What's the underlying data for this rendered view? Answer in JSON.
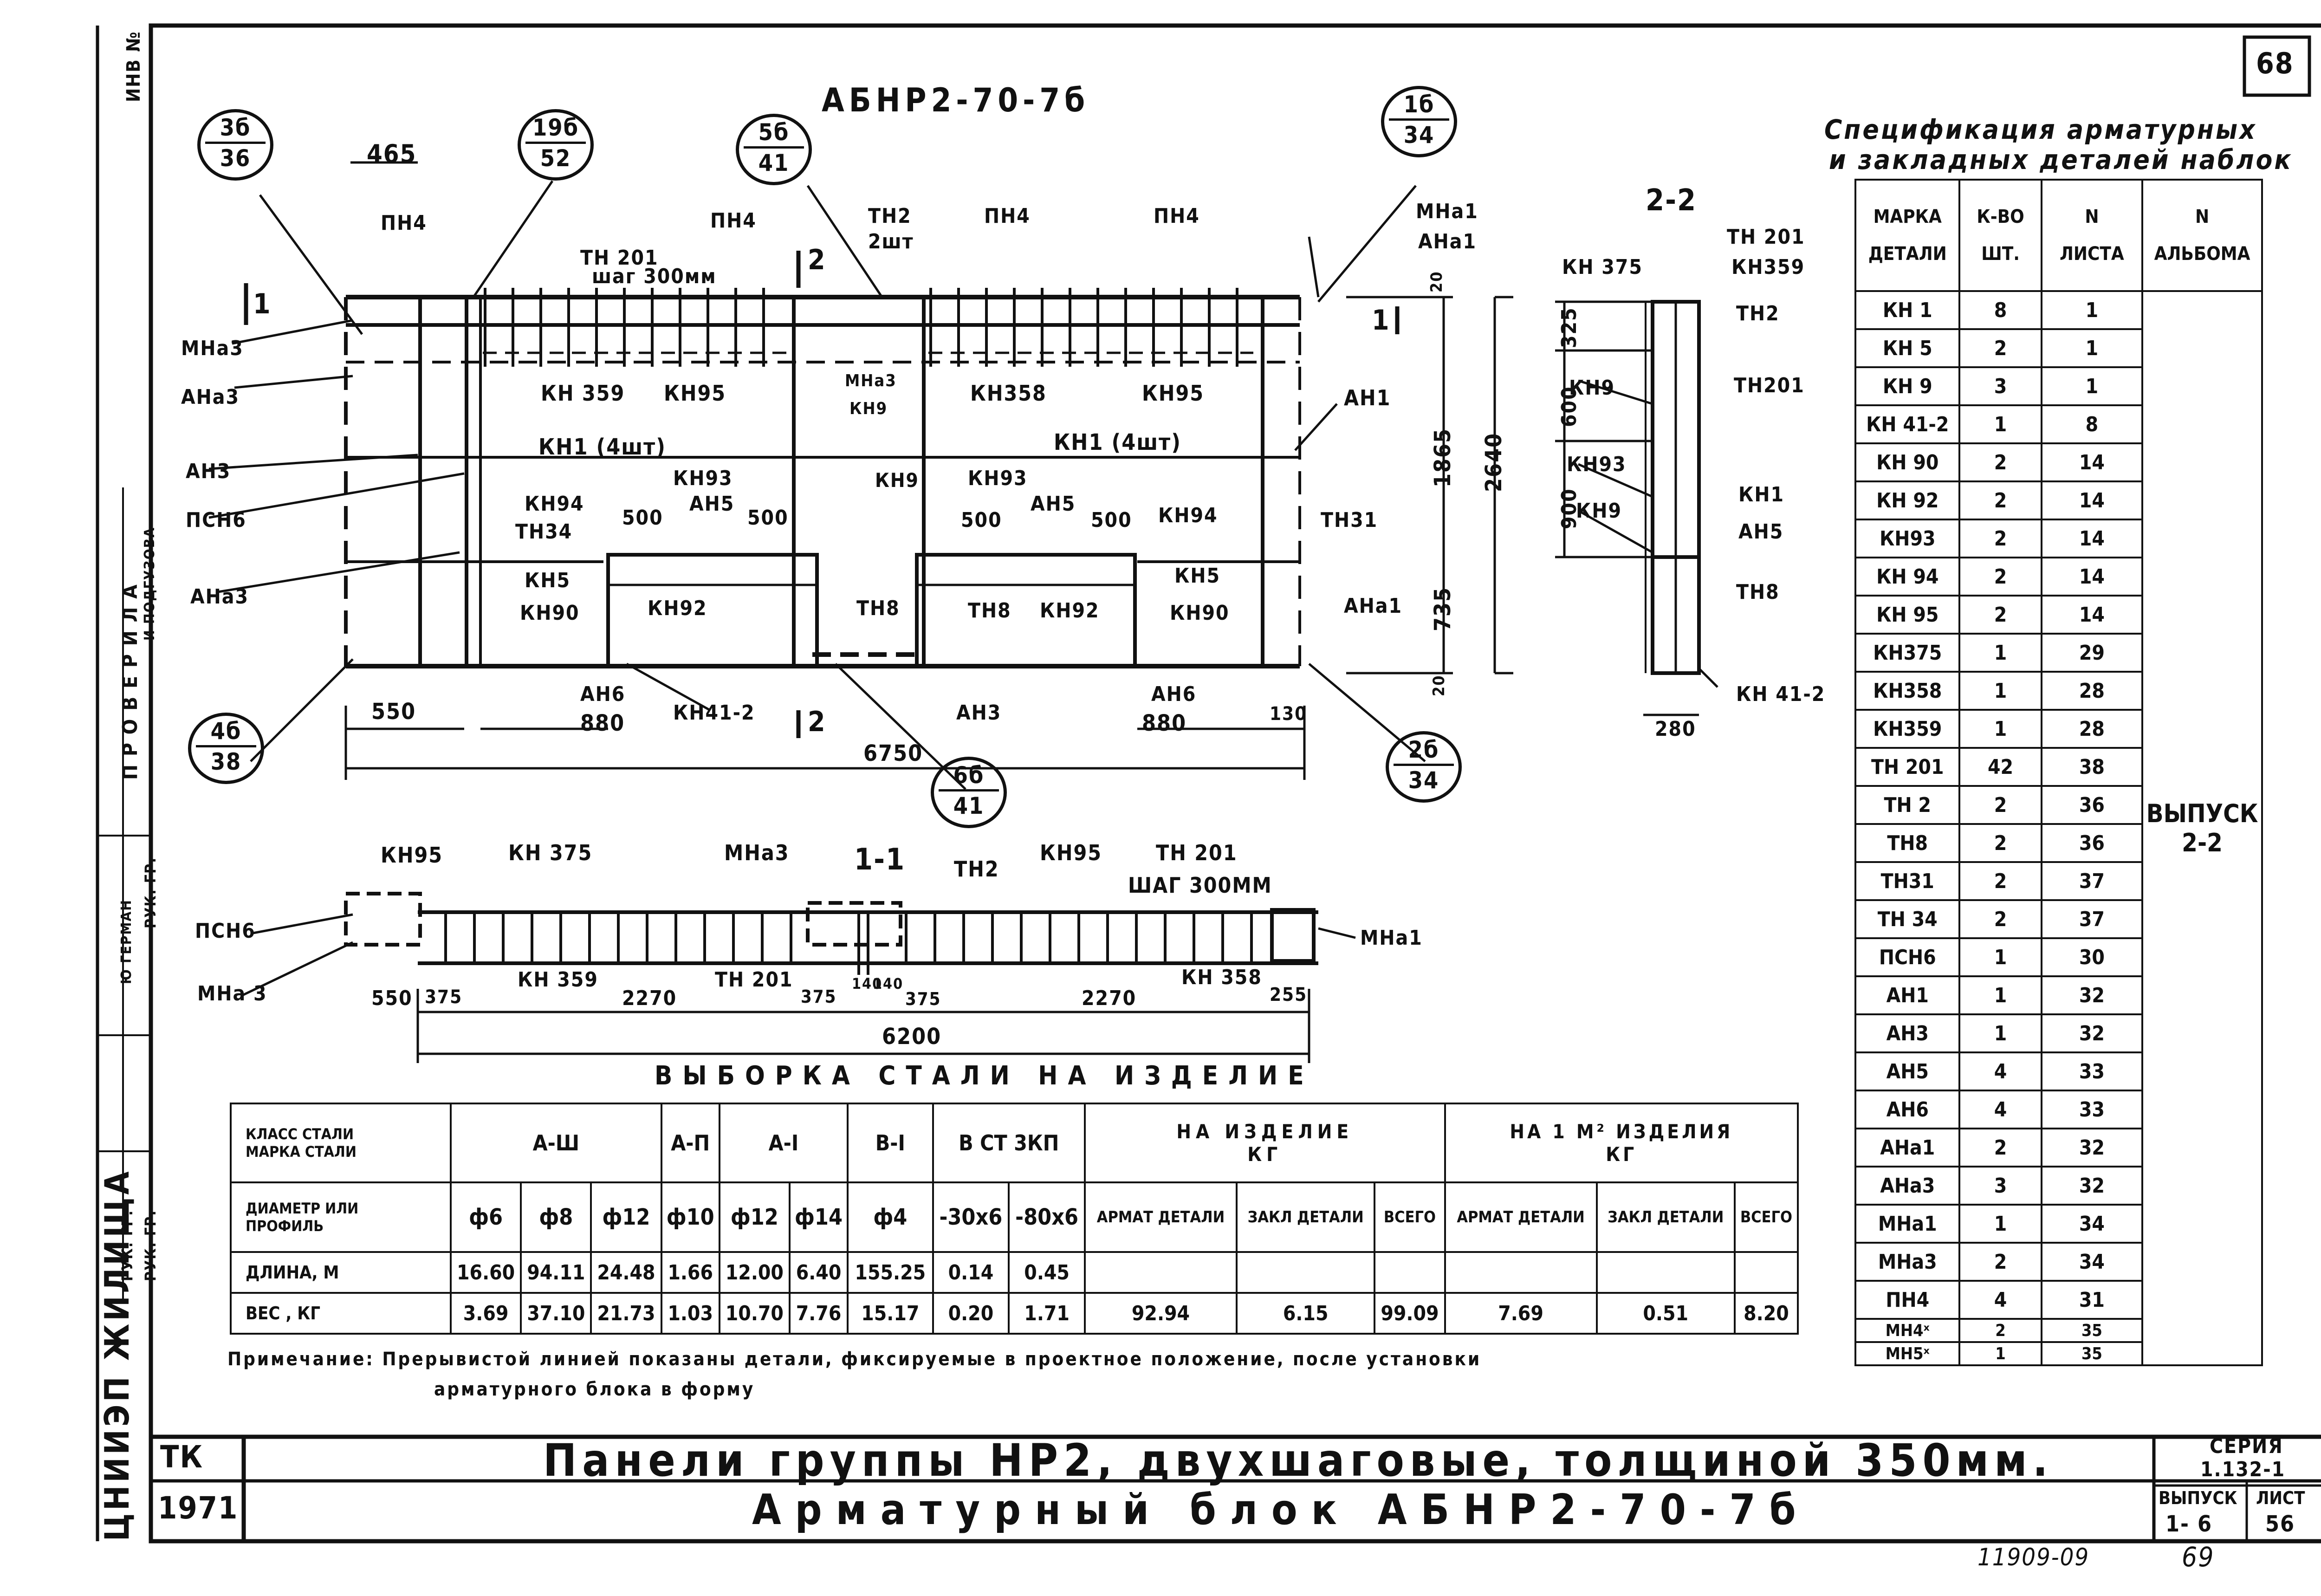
{
  "sheet_number": "68",
  "block_title": "АБНР2-70-7б",
  "section_labels": {
    "s22": "2-2",
    "s11": "1-1",
    "cut1_left": "1",
    "cut1_right": "1",
    "cut2_top": "2",
    "cut2_bottom": "2"
  },
  "callouts": [
    {
      "top": "3б",
      "bottom": "36"
    },
    {
      "top": "19б",
      "bottom": "52"
    },
    {
      "top": "5б",
      "bottom": "41"
    },
    {
      "top": "1б",
      "bottom": "34"
    },
    {
      "top": "4б",
      "bottom": "38"
    },
    {
      "top": "6б",
      "bottom": "41"
    },
    {
      "top": "2б",
      "bottom": "34"
    }
  ],
  "elevation_labels": {
    "pn4_a": "ПН4",
    "pn4_b": "ПН4",
    "pn4_c": "ПН4",
    "pn4_d": "ПН4",
    "tn201": "ТН 201",
    "step": "шаг 300мм",
    "tn2": "ТН2",
    "tn2_qty": "2шт",
    "mna1": "МНа1",
    "ana1": "АНа1",
    "mna3": "МНа3",
    "ana3": "АНа3",
    "an3": "АН3",
    "psn6": "ПСН6",
    "ana3_b": "АНа3",
    "kn359": "КН 359",
    "kn95_a": "КН95",
    "mna3_small": "МНа3",
    "kn9_small": "КН9",
    "kn358": "КН358",
    "kn95_b": "КН95",
    "an1": "АН1",
    "kn1_a": "КН1 (4шт)",
    "kn1_b": "КН1 (4шт)",
    "kn93_a": "КН93",
    "kn93_b": "КН93",
    "kn9_mid": "КН9",
    "kn94_a": "КН94",
    "kn94_b": "КН94",
    "tn34": "ТН34",
    "tn31": "ТН31",
    "an5_a": "АН5",
    "an5_b": "АН5",
    "d500_a": "500",
    "d500_b": "500",
    "d500_c": "500",
    "d500_d": "500",
    "kn5_a": "КН5",
    "kn5_b": "КН5",
    "kn90_a": "КН90",
    "kn92_a": "КН92",
    "tn8_a": "ТН8",
    "tn8_b": "ТН8",
    "kn92_b": "КН92",
    "kn90_b": "КН90",
    "ana1_b": "АНа1",
    "an6_a": "АН6",
    "an6_b": "АН6",
    "an3_b": "АН3",
    "kn41_2": "КН41-2",
    "d465": "465",
    "d20_top": "20",
    "d1865": "1865",
    "d2640": "2640",
    "d735": "735",
    "d20_bot": "20",
    "d550": "550",
    "d880_a": "880",
    "d880_b": "880",
    "d130": "130",
    "d6750": "6750"
  },
  "section22_labels": {
    "kn375": "КН 375",
    "tn201": "ТН 201",
    "kn359": "КН359",
    "tn2": "ТН2",
    "tn201_b": "ТН201",
    "kn9_a": "КН9",
    "kn93": "КН93",
    "kn1": "КН1",
    "kn9_b": "КН9",
    "an5": "АН5",
    "tn8": "ТН8",
    "kn41_2": "КН 41-2",
    "d325": "325",
    "d600": "600",
    "d900": "900",
    "d280": "280"
  },
  "section11_labels": {
    "kn95_a": "КН95",
    "kn375": "КН 375",
    "mna3": "МНа3",
    "tn2": "ТН2",
    "kn95_b": "КН95",
    "tn201": "ТН 201",
    "step": "ШАГ 300ММ",
    "psn6": "ПСН6",
    "mna3_b": "МНа 3",
    "mna1": "МНа1",
    "kn359": "КН 359",
    "tn201_b": "ТН 201",
    "kn358": "КН 358",
    "d550": "550",
    "d375_a": "375",
    "d2270_a": "2270",
    "d375_b": "375",
    "d140_a": "140",
    "d140_b": "140",
    "d375_c": "375",
    "d2270_b": "2270",
    "d255": "255",
    "d6200": "6200"
  },
  "spec": {
    "title_line1": "Спецификация арматурных",
    "title_line2": "и закладных деталей наблок",
    "headers": [
      [
        "МАРКА",
        "ДЕТАЛИ"
      ],
      [
        "К-ВО",
        "ШТ."
      ],
      [
        "N",
        "ЛИСТА"
      ],
      [
        "N",
        "АЛЬБОМА"
      ]
    ],
    "rows": [
      [
        "КН 1",
        "8",
        "1"
      ],
      [
        "КН 5",
        "2",
        "1"
      ],
      [
        "КН 9",
        "3",
        "1"
      ],
      [
        "КН 41-2",
        "1",
        "8"
      ],
      [
        "КН 90",
        "2",
        "14"
      ],
      [
        "КН 92",
        "2",
        "14"
      ],
      [
        "КН93",
        "2",
        "14"
      ],
      [
        "КН 94",
        "2",
        "14"
      ],
      [
        "КН 95",
        "2",
        "14"
      ],
      [
        "КН375",
        "1",
        "29"
      ],
      [
        "КН358",
        "1",
        "28"
      ],
      [
        "КН359",
        "1",
        "28"
      ],
      [
        "ТН 201",
        "42",
        "38"
      ],
      [
        "ТН 2",
        "2",
        "36"
      ],
      [
        "ТН8",
        "2",
        "36"
      ],
      [
        "ТН31",
        "2",
        "37"
      ],
      [
        "ТН 34",
        "2",
        "37"
      ],
      [
        "ПСН6",
        "1",
        "30"
      ],
      [
        "АН1",
        "1",
        "32"
      ],
      [
        "АН3",
        "1",
        "32"
      ],
      [
        "АН5",
        "4",
        "33"
      ],
      [
        "АН6",
        "4",
        "33"
      ],
      [
        "АНа1",
        "2",
        "32"
      ],
      [
        "АНа3",
        "3",
        "32"
      ],
      [
        "МНа1",
        "1",
        "34"
      ],
      [
        "МНа3",
        "2",
        "34"
      ],
      [
        "ПН4",
        "4",
        "31"
      ],
      [
        "МН4ˣ",
        "2",
        "35"
      ],
      [
        "МН5ˣ",
        "1",
        "35"
      ]
    ],
    "album_note": "ВЫПУСК 2-2"
  },
  "steel": {
    "title": "ВЫБОРКА СТАЛИ НА ИЗДЕЛИЕ",
    "row_head_brand": [
      "КЛАСС СТАЛИ",
      "МАРКА СТАЛИ"
    ],
    "row_head_diam": [
      "ДИАМЕТР ИЛИ",
      "ПРОФИЛЬ"
    ],
    "row_head_len": "ДЛИНА, М",
    "row_head_wt": "ВЕС , КГ",
    "groups": [
      "А-Ш",
      "А-П",
      "А-І",
      "В-І",
      "В СТ 3КП"
    ],
    "per_item": "НА ИЗДЕЛИЕ",
    "per_m2": "НА 1 М² ИЗДЕЛИЯ",
    "kg": "КГ",
    "sub": [
      "АРМАТ ДЕТАЛИ",
      "ЗАКЛ ДЕТАЛИ",
      "ВСЕГО"
    ],
    "diams": [
      "ф6",
      "ф8",
      "ф12",
      "ф10",
      "ф12",
      "ф14",
      "ф4",
      "-30х6",
      "-80х6"
    ],
    "lengths": [
      "16.60",
      "94.11",
      "24.48",
      "1.66",
      "12.00",
      "6.40",
      "155.25",
      "0.14",
      "0.45"
    ],
    "weights": [
      "3.69",
      "37.10",
      "21.73",
      "1.03",
      "10.70",
      "7.76",
      "15.17",
      "0.20",
      "1.71",
      "92.94",
      "6.15",
      "99.09",
      "7.69",
      "0.51",
      "8.20"
    ]
  },
  "note_line1": "Примечание: Прерывистой линией показаны детали, фиксируемые в проектное положение, после установки",
  "note_line2": "арматурного блока в форму",
  "title_block": {
    "org": "ТК",
    "year": "1971",
    "line1": "Панели группы НР2, двухшаговые, толщиной 350мм.",
    "line2": "Арматурный блок АБНР2-70-7б",
    "series_label": "СЕРИЯ",
    "series": "1.132-1",
    "issue_label": "ВЫПУСК",
    "issue": "1- 6",
    "sheet_label": "ЛИСТ",
    "sheet": "56"
  },
  "left_margin": {
    "org": "ЦНИИЭП ЖИЛИЩА",
    "rows": [
      "РУК. ГР.",
      "РУК. ГР.",
      "РУК. ГР.",
      "П Р О В Е Р И Л А",
      "ИНВ №"
    ],
    "names": [
      "Ю ГЕРМАН",
      "И ПОДГУЗОВА"
    ]
  },
  "bottom_stamp": "11909-09",
  "bottom_page": "69"
}
